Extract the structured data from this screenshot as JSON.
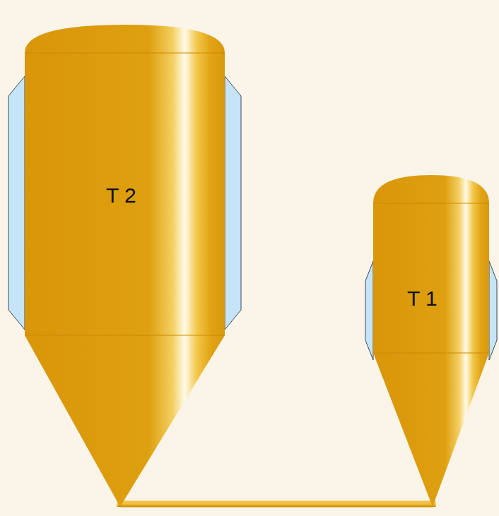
{
  "diagram": {
    "nodes": [
      {
        "text": [
          "T 2"
        ]
      },
      {
        "text": [
          "T 1"
        ]
      }
    ],
    "edges": [
      {
        "from": 0,
        "to": 1,
        "arrow": "none"
      }
    ]
  }
}
